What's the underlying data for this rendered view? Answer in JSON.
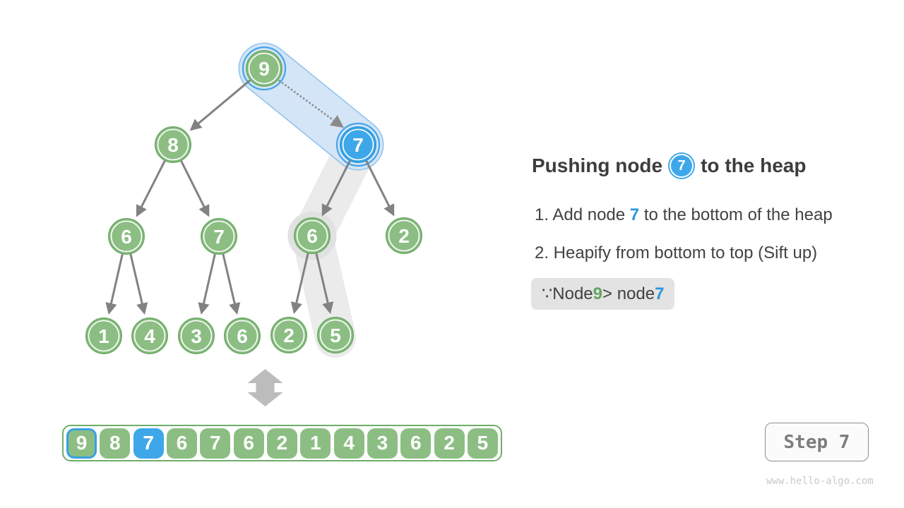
{
  "tree": {
    "nodes": [
      {
        "value": "9",
        "state": "green-with-blue-ring"
      },
      {
        "value": "8",
        "state": "green"
      },
      {
        "value": "7",
        "state": "blue-with-blue-ring"
      },
      {
        "value": "6",
        "state": "green"
      },
      {
        "value": "7",
        "state": "green"
      },
      {
        "value": "6",
        "state": "green-on-sift-path"
      },
      {
        "value": "2",
        "state": "green"
      },
      {
        "value": "1",
        "state": "green"
      },
      {
        "value": "4",
        "state": "green"
      },
      {
        "value": "3",
        "state": "green"
      },
      {
        "value": "6",
        "state": "green"
      },
      {
        "value": "2",
        "state": "green"
      },
      {
        "value": "5",
        "state": "green-on-sift-path"
      }
    ]
  },
  "array": {
    "cells": [
      {
        "value": "9",
        "state": "green-blue-border"
      },
      {
        "value": "8",
        "state": "green"
      },
      {
        "value": "7",
        "state": "blue"
      },
      {
        "value": "6",
        "state": "green"
      },
      {
        "value": "7",
        "state": "green"
      },
      {
        "value": "6",
        "state": "green"
      },
      {
        "value": "2",
        "state": "green"
      },
      {
        "value": "1",
        "state": "green"
      },
      {
        "value": "4",
        "state": "green"
      },
      {
        "value": "3",
        "state": "green"
      },
      {
        "value": "6",
        "state": "green"
      },
      {
        "value": "2",
        "state": "green"
      },
      {
        "value": "5",
        "state": "green"
      }
    ]
  },
  "panel": {
    "title": {
      "prefix": "Pushing node",
      "node_value": "7",
      "suffix": "to the heap"
    },
    "steps": [
      {
        "prefix": "1. Add node ",
        "highlight": "7",
        "suffix": " to the bottom of the heap"
      },
      {
        "prefix": "2. Heapify from bottom to top (Sift up)",
        "highlight": "",
        "suffix": ""
      }
    ],
    "note": {
      "symbol": "∵",
      "part1": " Node ",
      "value1": "9",
      "part2": " > node ",
      "value2": "7"
    }
  },
  "footer": {
    "step_label": "Step 7",
    "watermark": "www.hello-algo.com"
  },
  "colors": {
    "node_green": "#8cbe84",
    "node_green_border": "#72ad6b",
    "node_blue": "#3ea7e9",
    "edge_gray": "#828282",
    "highlight_blue_fill": "#d3e5f7",
    "highlight_blue_border": "#8fc2ec",
    "sift_path_gray": "#ebebeb",
    "text_blue": "#2d96dd",
    "text_green": "#64a55f",
    "note_bg": "#e3e3e3"
  }
}
